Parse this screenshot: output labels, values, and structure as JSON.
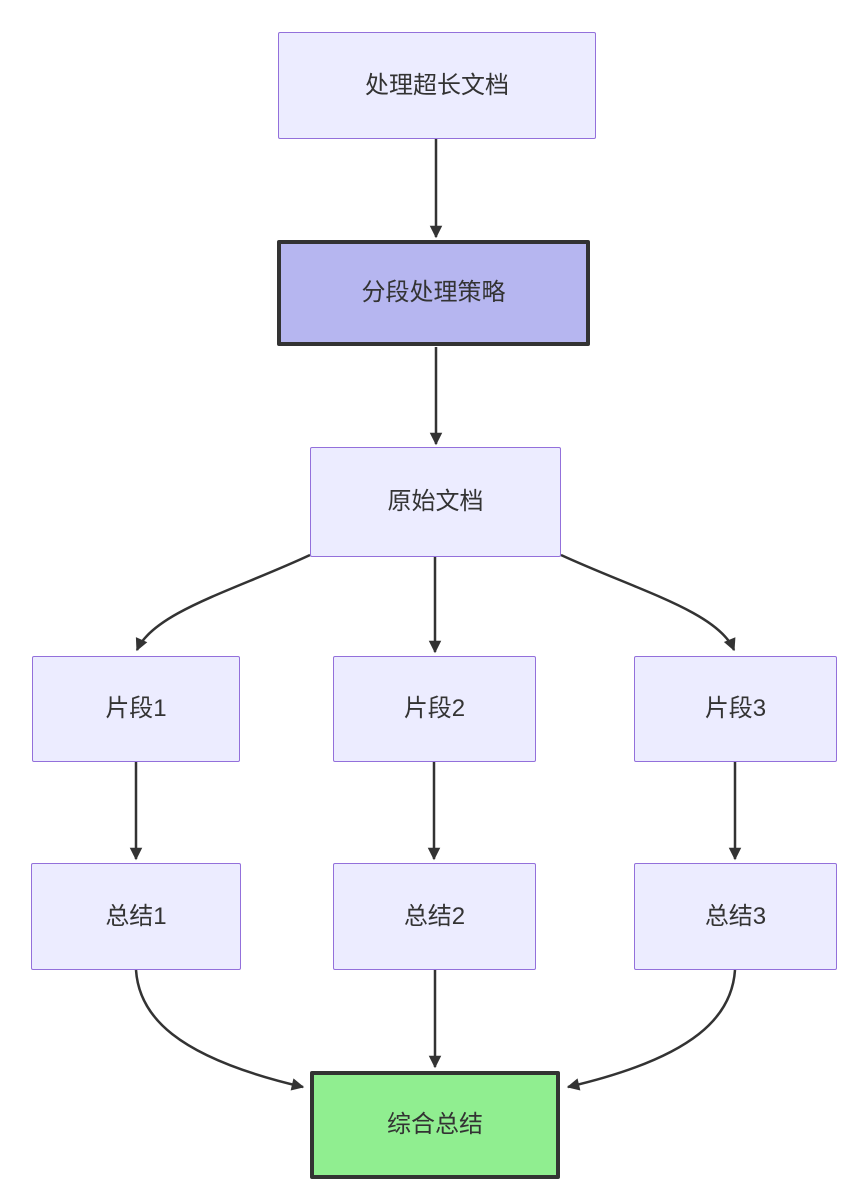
{
  "diagram": {
    "type": "flowchart-top-down",
    "nodes": [
      {
        "id": "A",
        "label": "处理超长文档",
        "kind": "default"
      },
      {
        "id": "B",
        "label": "分段处理策略",
        "kind": "highlight-purple"
      },
      {
        "id": "C",
        "label": "原始文档",
        "kind": "default"
      },
      {
        "id": "D1",
        "label": "片段1",
        "kind": "default"
      },
      {
        "id": "D2",
        "label": "片段2",
        "kind": "default"
      },
      {
        "id": "D3",
        "label": "片段3",
        "kind": "default"
      },
      {
        "id": "E1",
        "label": "总结1",
        "kind": "default"
      },
      {
        "id": "E2",
        "label": "总结2",
        "kind": "default"
      },
      {
        "id": "E3",
        "label": "总结3",
        "kind": "default"
      },
      {
        "id": "F",
        "label": "综合总结",
        "kind": "highlight-green"
      }
    ],
    "edges": [
      {
        "from": "A",
        "to": "B"
      },
      {
        "from": "B",
        "to": "C"
      },
      {
        "from": "C",
        "to": "D1"
      },
      {
        "from": "C",
        "to": "D2"
      },
      {
        "from": "C",
        "to": "D3"
      },
      {
        "from": "D1",
        "to": "E1"
      },
      {
        "from": "D2",
        "to": "E2"
      },
      {
        "from": "D3",
        "to": "E3"
      },
      {
        "from": "E1",
        "to": "F"
      },
      {
        "from": "E2",
        "to": "F"
      },
      {
        "from": "E3",
        "to": "F"
      }
    ],
    "colors": {
      "node_fill": "#ECECFF",
      "node_border": "#9370DB",
      "highlight_purple_fill": "#B6B6F0",
      "highlight_green_fill": "#90EE90",
      "dark_border": "#333333",
      "edge_color": "#333333",
      "text_color": "#333333",
      "background": "#FFFFFF"
    }
  }
}
